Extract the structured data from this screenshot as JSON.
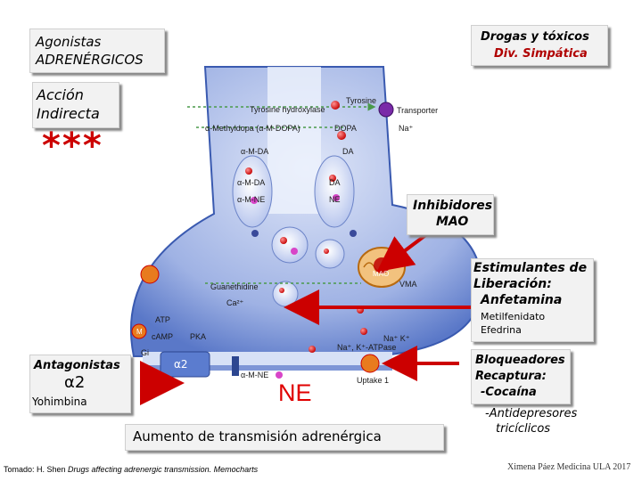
{
  "labels": {
    "agonistas_line1": "Agonistas",
    "agonistas_line2": "ADRENÉRGICOS",
    "drogas_line1": "Drogas y tóxicos",
    "drogas_line2": "Div. Simpática",
    "accion_line1": "Acción",
    "accion_line2": "Indirecta",
    "asterisks": "***",
    "inhibidores_line1": "Inhibidores",
    "inhibidores_line2": "MAO",
    "estimulantes_line1": "Estimulantes de",
    "estimulantes_line2": "Liberación:",
    "estimulantes_line3": "Anfetamina",
    "metilfenidato": "Metilfenidato",
    "efedrina": "Efedrina",
    "antagonistas_line1": "Antagonistas",
    "antagonistas_line2": "α2",
    "yohimbina": "Yohimbina",
    "bloqueadores_line1": "Bloqueadores",
    "bloqueadores_line2": "Recaptura:",
    "bloqueadores_line3": "-Cocaína",
    "antidepresores_line1": "-Antidepresores",
    "antidepresores_line2": "tricíclicos",
    "ne": "NE",
    "aumento": "Aumento de transmisión adrenérgica",
    "tomado_prefix": "Tomado: H. Shen ",
    "tomado_italic": "Drugs affecting adrenergic transmission. Memocharts",
    "autor": "Ximena Páez Medicina ULA 2017"
  },
  "figure_text": {
    "tyrosine": "Tyrosine",
    "tyrosine_hydroxylase": "Tyrosine hydroxylase",
    "transporter": "Transporter",
    "na_plus": "Na⁺",
    "methyldopa": "α-Methyldopa (α-M-DOPA)",
    "dopa": "DOPA",
    "amda_left": "α-M-DA",
    "da_right": "DA",
    "amda_vesicle": "α-M-DA",
    "amne_vesicle": "α-M-NE",
    "da_vesicle": "DA",
    "ne_vesicle": "NE",
    "mao": "MAO",
    "guanethidine": "Guanethidine",
    "vma": "VMA",
    "ca": "Ca²⁺",
    "atp": "ATP",
    "camp": "cAMP",
    "pka": "PKA",
    "gi": "Gi",
    "m": "M",
    "alpha2": "α2",
    "amne_bottom": "α-M-NE",
    "atpase": "Na⁺, K⁺-ATPase",
    "na_k": "Na⁺  K⁺",
    "uptake": "Uptake 1"
  },
  "colors": {
    "terminal_blue": "#4a6cc0",
    "terminal_light": "#b8c6ea",
    "arrow_red": "#cc0000",
    "dashed_red": "#c00000",
    "ne_red": "#e00000",
    "mao_orange": "#d87a1a"
  }
}
